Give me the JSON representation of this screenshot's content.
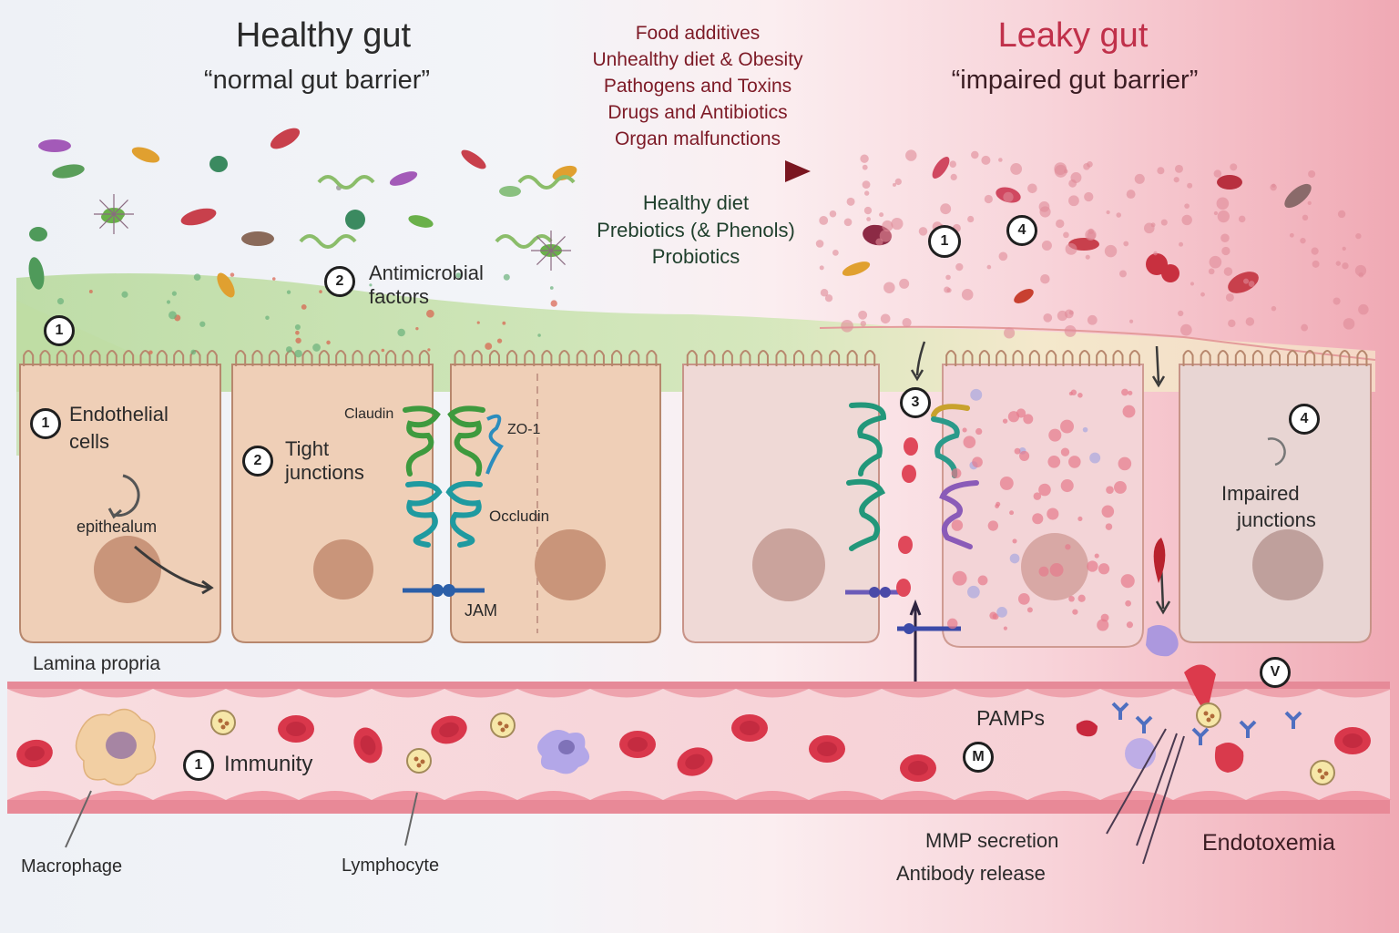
{
  "healthy": {
    "title": "Healthy gut",
    "subtitle": "“normal gut barrier”"
  },
  "leaky": {
    "title": "Leaky gut",
    "subtitle": "“impaired gut barrier”"
  },
  "risk_factors": [
    "Food additives",
    "Unhealthy diet & Obesity",
    "Pathogens and Toxins",
    "Drugs and Antibiotics",
    "Organ malfunctions"
  ],
  "protective_factors": [
    "Healthy diet",
    "Prebiotics (& Phenols)",
    "Probiotics"
  ],
  "labels": {
    "antimicrobial": "Antimicrobial",
    "factors": "factors",
    "endothelial": "Endothelial",
    "cells": "cells",
    "epithealum": "epithealum",
    "tight": "Tight",
    "junctions": "junctions",
    "claudin": "Claudin",
    "zo1": "ZO-1",
    "occludin": "Occludin",
    "jam": "JAM",
    "lamina_propria": "Lamina propria",
    "immunity": "Immunity",
    "macrophage": "Macrophage",
    "lymphocyte": "Lymphocyte",
    "impaired": "Impaired",
    "impaired_junctions": "junctions",
    "pamps": "PAMPs",
    "mmp_secretion": "MMP secretion",
    "antibody_release": "Antibody release",
    "endotoxemia": "Endotoxemia"
  },
  "badges": {
    "mucus_1": "1",
    "endothelial_1": "1",
    "antimicrobial_2": "2",
    "tight_2": "2",
    "immunity_1": "1",
    "leaky_1": "1",
    "leaky_4_top": "4",
    "leaky_3": "3",
    "leaky_4_cell": "4",
    "vessel_v": "V",
    "immune_m": "M"
  },
  "colors": {
    "healthy_title": "#2a2a2a",
    "leaky_title": "#c0304a",
    "risk_text": "#7d1a26",
    "protective_text": "#1f3f2c",
    "arrow": "#7a1620",
    "mucus": "#b9dc9a",
    "healthy_cell": "#efcfb7",
    "leaky_cell": "#efd3d3",
    "nucleus": "#c9957a",
    "vessel": "#f7d4d8",
    "rbc": "#d9374b"
  }
}
